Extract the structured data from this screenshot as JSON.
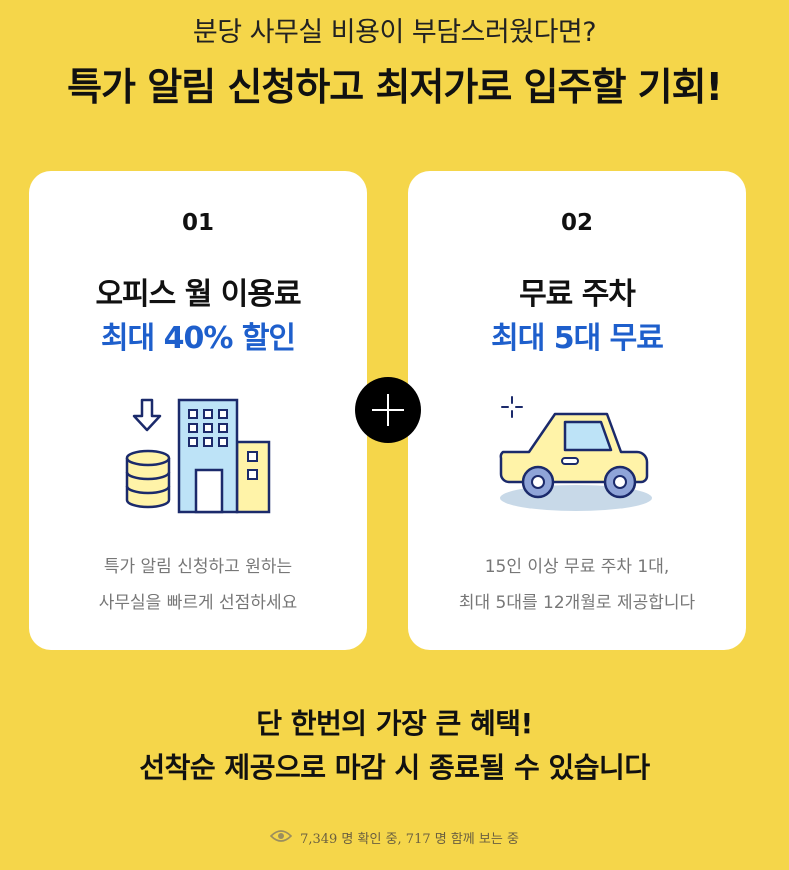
{
  "header": {
    "subtitle": "분당 사무실 비용이 부담스러웠다면?",
    "title": "특가 알림 신청하고 최저가로 입주할 기회!"
  },
  "cards": [
    {
      "number": "01",
      "title": "오피스 월 이용료",
      "highlight": "최대 40% 할인",
      "desc_line1": "특가 알림 신청하고 원하는",
      "desc_line2": "사무실을 빠르게 선점하세요",
      "icon": "building-discount-icon"
    },
    {
      "number": "02",
      "title": "무료 주차",
      "highlight": "최대 5대 무료",
      "desc_line1": "15인 이상 무료 주차 1대,",
      "desc_line2": "최대 5대를 12개월로 제공합니다",
      "icon": "car-icon"
    }
  ],
  "bottom": {
    "line1": "단 한번의 가장 큰 혜택!",
    "line2": "선착순 제공으로 마감 시 종료될 수 있습니다"
  },
  "viewer": {
    "text": "7,349 명 확인 중,  717 명 함께 보는 중"
  },
  "colors": {
    "background": "#F5D64A",
    "accent_blue": "#1E5FCC",
    "card": "#FFFFFF"
  }
}
